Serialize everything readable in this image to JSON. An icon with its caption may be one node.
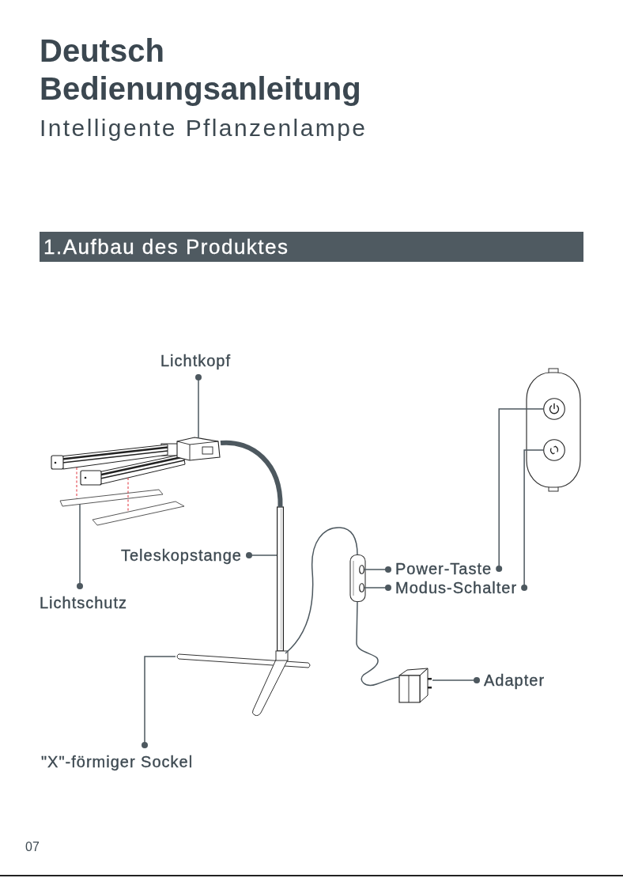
{
  "diagram": {
    "title": "Deutsch Bedienungsanleitung",
    "nodes": [
      {
        "text": [
          "1.Aufbau des Produktes"
        ]
      },
      {
        "text": [
          "Lichtkopf"
        ]
      },
      {
        "text": [],
        "shape": "picture"
      },
      {
        "text": [],
        "shape": "circle",
        "in": 2
      },
      {
        "text": [],
        "shape": "circle",
        "in": 2
      },
      {
        "text": [],
        "shape": "picture"
      },
      {
        "text": [],
        "shape": "picture"
      },
      {
        "text": [],
        "shape": "picture"
      },
      {
        "text": [
          "Teleskopstange"
        ]
      },
      {
        "text": [],
        "shape": "picture"
      },
      {
        "text": [],
        "shape": "picture"
      },
      {
        "text": [],
        "shape": "circle",
        "in": 10
      },
      {
        "text": [],
        "shape": "circle",
        "in": 10
      },
      {
        "text": [
          "Power-Taste"
        ]
      },
      {
        "text": [
          "Modus-Schalter"
        ]
      },
      {
        "text": [
          "Lichtschutz"
        ]
      },
      {
        "text": [],
        "shape": "picture"
      },
      {
        "text": [
          "Adapter"
        ]
      },
      {
        "text": [],
        "shape": "picture"
      },
      {
        "text": [
          "\"X\"-förmiger Sockel"
        ]
      }
    ],
    "edges": [
      {
        "from": 1,
        "to": 5,
        "arrow": "other"
      },
      {
        "from": 5,
        "to": 6,
        "arrow": "none",
        "style": "dashed",
        "color": "#e0303a"
      },
      {
        "from": 5,
        "to": 7,
        "arrow": "none",
        "style": "dashed",
        "color": "#e0303a"
      },
      {
        "from": 5,
        "to": 9,
        "arrow": "none",
        "style": "thick"
      },
      {
        "from": 8,
        "to": 9,
        "arrow": "other"
      },
      {
        "from": 13,
        "to": 11,
        "arrow": "other"
      },
      {
        "from": 13,
        "to": 3,
        "arrow": "other"
      },
      {
        "from": 14,
        "to": 12,
        "arrow": "other"
      },
      {
        "from": 14,
        "to": 4,
        "arrow": "other"
      },
      {
        "from": 15,
        "to": 6,
        "arrow": "other"
      },
      {
        "from": 16,
        "to": 10,
        "arrow": "none"
      },
      {
        "from": 10,
        "to": 18,
        "arrow": "none"
      },
      {
        "from": 17,
        "to": 18,
        "arrow": "other"
      },
      {
        "from": 19,
        "to": 16,
        "arrow": "other"
      }
    ],
    "labels": [
      "Intelligente Pflanzenlampe",
      "07"
    ]
  }
}
